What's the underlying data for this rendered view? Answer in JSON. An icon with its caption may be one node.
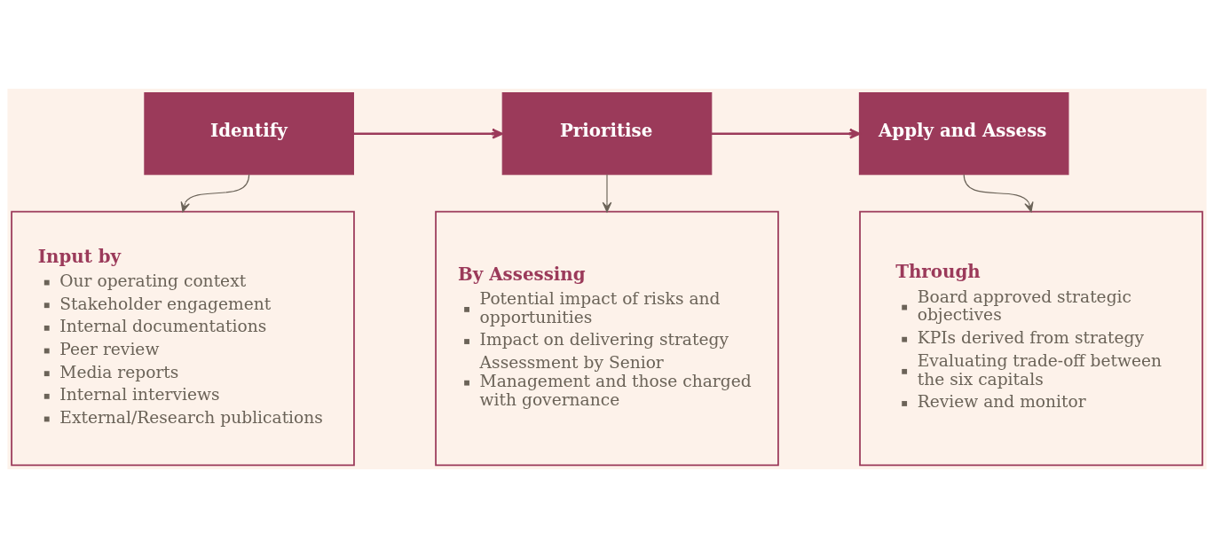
{
  "diagram": {
    "nodes": [
      {
        "text": [
          "Identify"
        ]
      },
      {
        "text": [
          "Prioritise"
        ]
      },
      {
        "text": [
          "Apply and Assess"
        ]
      },
      {
        "text": [
          "Input by",
          "Our operating context",
          "Stakeholder engagement",
          "Internal documentations",
          "Peer review",
          "Media reports",
          "Internal interviews",
          "External/Research publications"
        ]
      },
      {
        "text": [
          "By Assessing",
          "Potential impact of risks and opportunities",
          "Impact on delivering strategy",
          "Assessment by Senior Management and those charged with governance"
        ]
      },
      {
        "text": [
          "Through",
          "Board approved strategic objectives",
          "KPIs derived from strategy",
          "Evaluating trade-off between the six capitals",
          "Review and monitor"
        ]
      }
    ],
    "edges": [
      {
        "from": 0,
        "to": 1,
        "arrow": "to",
        "color": "#9b3a5a"
      },
      {
        "from": 1,
        "to": 2,
        "arrow": "to",
        "color": "#9b3a5a"
      },
      {
        "from": 0,
        "to": 3,
        "arrow": "to"
      },
      {
        "from": 1,
        "to": 4,
        "arrow": "to"
      },
      {
        "from": 2,
        "to": 5,
        "arrow": "to"
      }
    ]
  }
}
